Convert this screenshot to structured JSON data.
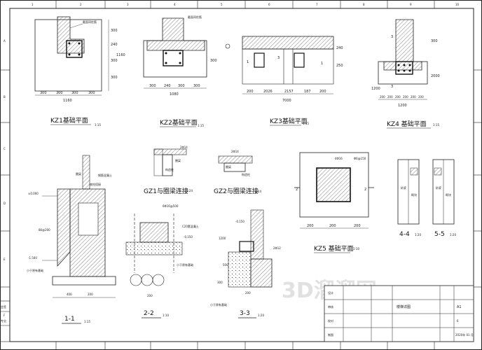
{
  "border": {
    "top_numbers": [
      "1",
      "2",
      "3",
      "4",
      "5",
      "6",
      "7",
      "8",
      "9",
      "10"
    ],
    "side_letters": [
      "A",
      "B",
      "C",
      "D",
      "E",
      "F"
    ]
  },
  "details": {
    "kz1": {
      "title": "KZ1基础平面",
      "scale": "1:15",
      "label": "截面同柱筋",
      "dims_bottom": [
        "300",
        "300",
        "300",
        "300"
      ],
      "total": "1160",
      "dims_side": [
        "300",
        "240",
        "300",
        "300"
      ],
      "side_total": "1160"
    },
    "kz2": {
      "title": "KZ2基础平面",
      "scale": "1:15",
      "label": "截面同柱筋",
      "dims_bottom": [
        "300",
        "240",
        "300",
        "300"
      ],
      "total": "1080",
      "side": "300"
    },
    "kz3": {
      "title": "KZ3基础平面",
      "scale": "1:15",
      "dims_bottom": [
        "200",
        "2026",
        "2157",
        "187",
        "200"
      ],
      "total": "7000",
      "side": [
        "240",
        "250"
      ],
      "labels": [
        "1",
        "3",
        "1"
      ]
    },
    "kz4": {
      "title": "KZ4 基础平面",
      "scale": "1:15",
      "dims_bottom": [
        "200",
        "200",
        "200",
        "200",
        "200",
        "200"
      ],
      "total": "1200",
      "side": [
        "300",
        "2000",
        "1200"
      ],
      "labels": [
        "3",
        "3"
      ]
    },
    "gz1": {
      "title": "GZ1与圈梁连接",
      "scale": "1:24",
      "tags": [
        "2Φ14",
        "圈梁",
        "构造柱"
      ]
    },
    "gz2": {
      "title": "GZ2与圈梁连接",
      "scale": "1:24",
      "tags": [
        "2Φ14",
        "圈梁",
        "构造柱"
      ]
    },
    "kz5": {
      "title": "KZ5 基础平面",
      "scale": "1:10",
      "dims": [
        "200",
        "200",
        "200"
      ],
      "tag": "4Φ16",
      "ring": "Φ6@150",
      "labels": [
        "2",
        "2"
      ]
    },
    "s11": {
      "title": "1-1",
      "scale": "1:15",
      "levels": [
        "±0.000",
        "-1.500"
      ],
      "notes": [
        "圈梁",
        "钢筋混凝土",
        "小于原有基础",
        "底柱搭接",
        "86@200",
        "400",
        "200"
      ]
    },
    "s22": {
      "title": "2-2",
      "scale": "1:10",
      "notes": [
        "6Φ16@500",
        "C20素混凝土",
        "-0.150",
        "200",
        "小于原有基础"
      ]
    },
    "s33": {
      "title": "3-3",
      "scale": "1:20",
      "notes": [
        "-0.150",
        "2Φ12",
        "1200",
        "小于原有基础",
        "300",
        "200",
        "500"
      ]
    },
    "s44": {
      "title": "4-4",
      "scale": "1:20",
      "labels": [
        "砂浆",
        "砌块"
      ]
    },
    "s55": {
      "title": "5-5",
      "scale": "1:20",
      "labels": [
        "砂浆",
        "砌块"
      ]
    }
  },
  "title_block": {
    "rows": [
      "设计",
      "审核",
      "校对",
      "制图"
    ],
    "project": "楼梯详图",
    "sheet_no": "A1",
    "date": "2020年 01 月",
    "num": "6"
  },
  "left_block": {
    "labels": [
      "会签",
      "专业"
    ]
  },
  "watermark": "3D溜溜网"
}
